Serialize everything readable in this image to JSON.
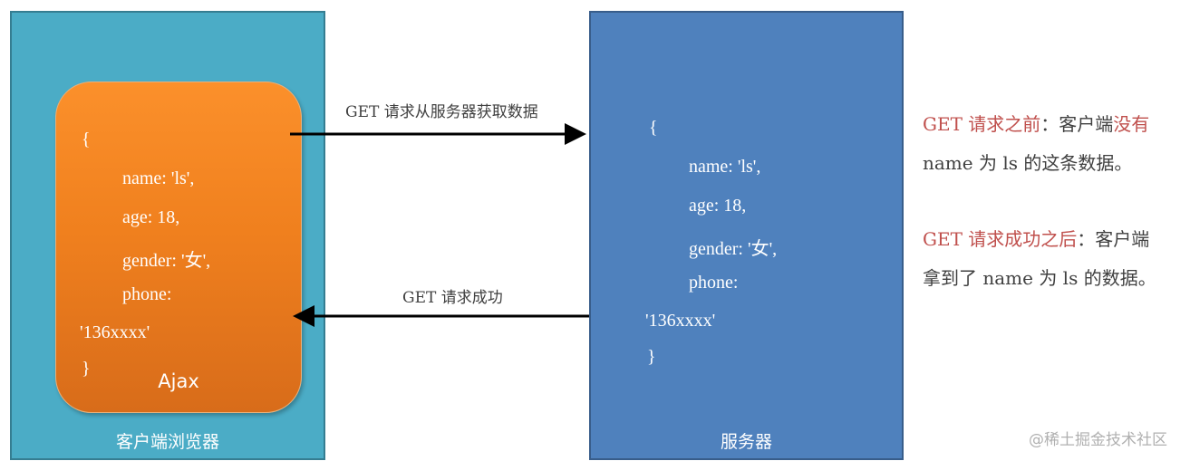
{
  "client": {
    "label": "客户端浏览器",
    "ajax_label": "Ajax",
    "code_lines": [
      "{",
      "name: 'ls',",
      "age: 18,",
      "gender: '女',",
      "phone:",
      "'136xxxx'",
      "}"
    ]
  },
  "server": {
    "label": "服务器",
    "code_lines": [
      "{",
      "name: 'ls',",
      "age: 18,",
      "gender: '女',",
      "phone:",
      "'136xxxx'",
      "}"
    ]
  },
  "arrows": {
    "request_label": "GET 请求从服务器获取数据",
    "response_label": "GET 请求成功"
  },
  "notes": {
    "before": {
      "highlight_1": "GET 请求之前",
      "text_1": "：客户端",
      "highlight_2": "没有",
      "text_2": "name 为 ls 的这条数据。"
    },
    "after": {
      "highlight_1": "GET 请求成功之后",
      "text_1": "：客户端",
      "text_2": "拿到了 name 为 ls 的数据。"
    }
  },
  "watermark": "@稀土掘金技术社区",
  "colors": {
    "client_panel": "#4bacc6",
    "server_panel": "#4f81bd",
    "ajax_box": "#f0801e",
    "note_highlight": "#c0504d"
  }
}
